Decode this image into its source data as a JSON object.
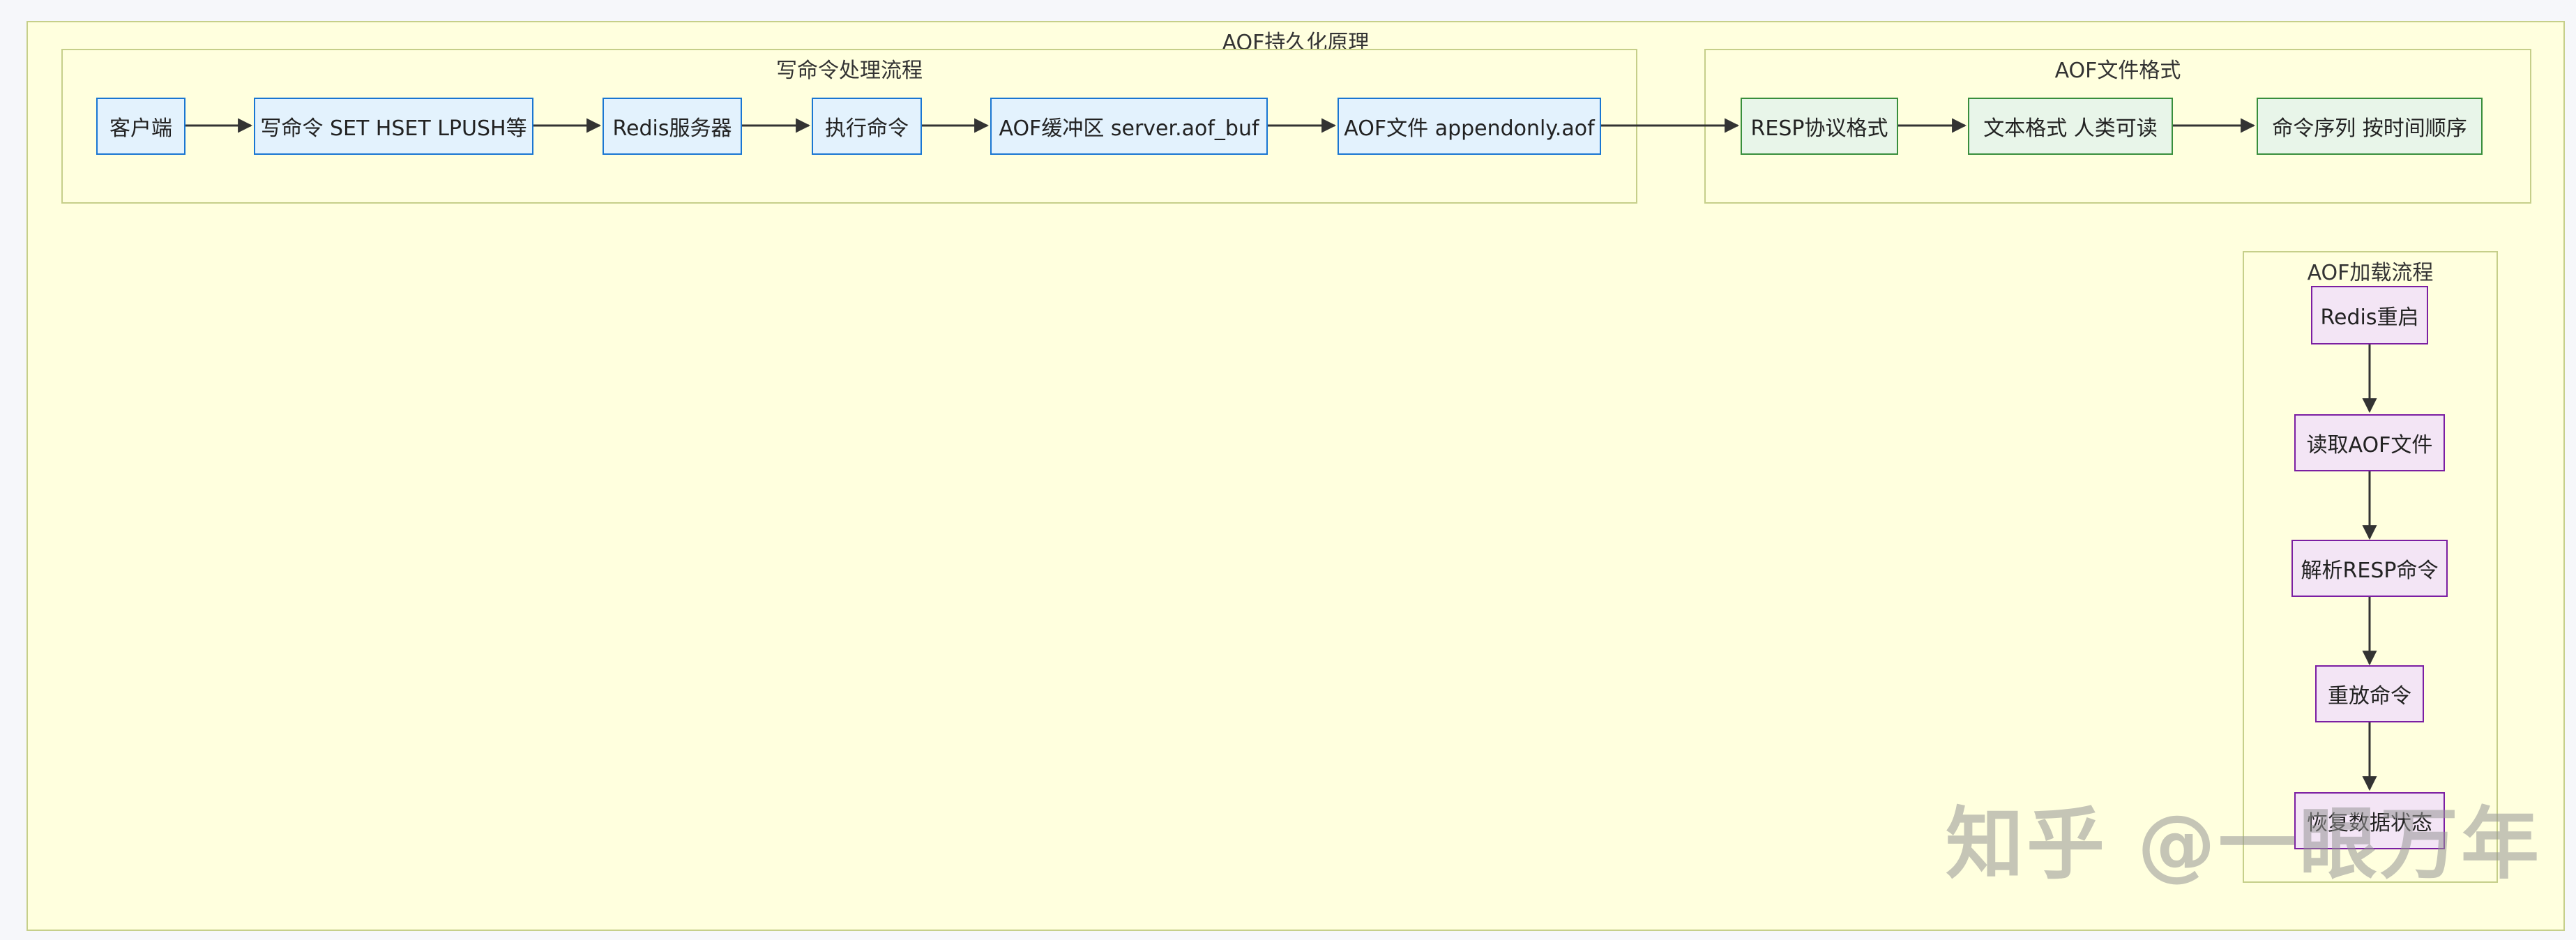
{
  "diagram": {
    "outer_title": "AOF持久化原理",
    "clusters": {
      "write": {
        "title": "写命令处理流程"
      },
      "format": {
        "title": "AOF文件格式"
      },
      "load": {
        "title": "AOF加载流程"
      }
    },
    "nodes": {
      "client": "客户端",
      "write_cmd": "写命令 SET HSET LPUSH等",
      "redis_server": "Redis服务器",
      "exec_cmd": "执行命令",
      "aof_buf": "AOF缓冲区 server.aof_buf",
      "aof_file": "AOF文件 appendonly.aof",
      "resp_format": "RESP协议格式",
      "text_format": "文本格式 人类可读",
      "cmd_sequence": "命令序列 按时间顺序",
      "redis_restart": "Redis重启",
      "read_aof": "读取AOF文件",
      "parse_resp": "解析RESP命令",
      "replay_cmd": "重放命令",
      "restore_state": "恢复数据状态"
    },
    "colors": {
      "cluster_fill": "#ffffde",
      "cluster_border": "#c6cf8a",
      "write_node_fill": "#e3f2fd",
      "write_node_border": "#1976d2",
      "format_node_fill": "#e8f5e9",
      "format_node_border": "#388e3c",
      "load_node_fill": "#f3e5f5",
      "load_node_border": "#7b1fa2",
      "edge": "#333333"
    }
  },
  "watermark": "知乎 @一眼万年"
}
